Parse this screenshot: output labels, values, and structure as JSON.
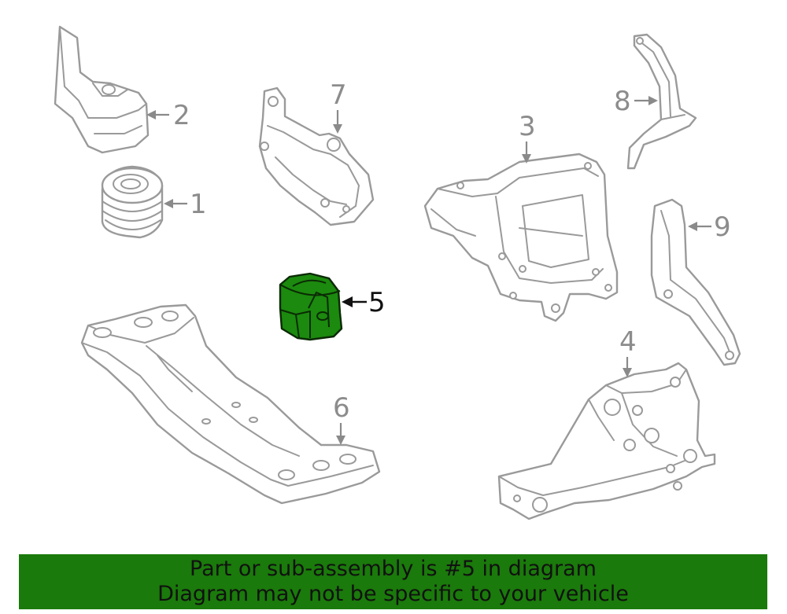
{
  "callouts": {
    "c1": "1",
    "c2": "2",
    "c3": "3",
    "c4": "4",
    "c5": "5",
    "c6": "6",
    "c7": "7",
    "c8": "8",
    "c9": "9"
  },
  "highlight_color": "#1b8a0e",
  "banner": {
    "line1": "Part or sub-assembly is #5 in diagram",
    "line2": "Diagram may not be specific to your vehicle",
    "background": "#1a7a0b"
  }
}
